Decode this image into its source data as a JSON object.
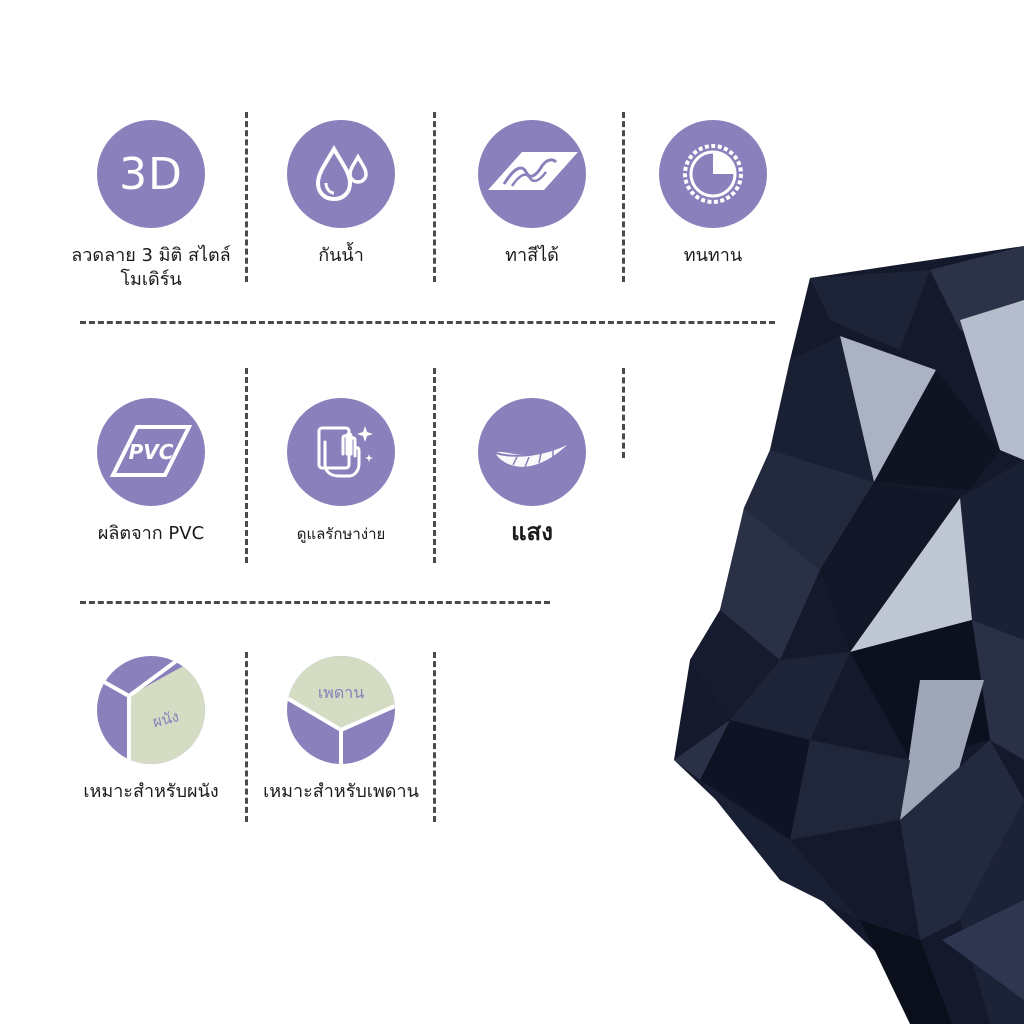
{
  "features_row1": [
    {
      "id": "3d",
      "icon": "3d-text-icon",
      "icon_text": "3D",
      "label": "ลวดลาย 3 มิติ สไตล์โมเดิร์น"
    },
    {
      "id": "waterproof",
      "icon": "water-drops-icon",
      "label": "กันน้ำ"
    },
    {
      "id": "paintable",
      "icon": "paint-brush-icon",
      "label": "ทาสีได้"
    },
    {
      "id": "durable",
      "icon": "clock-icon",
      "label": "ทนทาน"
    }
  ],
  "features_row2": [
    {
      "id": "pvc",
      "icon": "pvc-sheet-icon",
      "icon_text": "PVC",
      "label": "ผลิตจาก PVC"
    },
    {
      "id": "easy-clean",
      "icon": "hand-wipe-icon",
      "label": "ดูแลรักษาง่าย"
    },
    {
      "id": "light",
      "icon": "feather-icon",
      "label": "แสง"
    }
  ],
  "features_row3": [
    {
      "id": "wall",
      "icon": "wall-corner-icon",
      "icon_text": "ผนัง",
      "label": "เหมาะสำหรับผนัง"
    },
    {
      "id": "ceiling",
      "icon": "ceiling-corner-icon",
      "icon_text": "เพดาน",
      "label": "เหมาะสำหรับเพดาน"
    }
  ],
  "colors": {
    "circle": "#8a80bb",
    "accent_green": "#d4dcc4",
    "panel_dark": "#14192a",
    "divider": "#4a4a4a"
  },
  "product_image": "black-3d-diamond-wall-panel"
}
